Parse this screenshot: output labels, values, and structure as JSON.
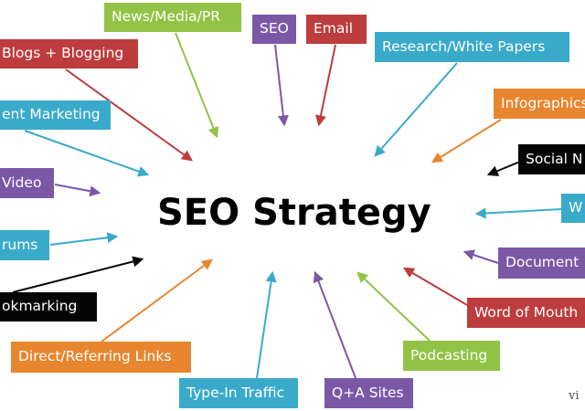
{
  "title": "SEO Strategy",
  "watermark": "vi",
  "colors": {
    "green": "#92c346",
    "purple": "#7b58a6",
    "red": "#bd3c3e",
    "cyan": "#3aaacb",
    "orange": "#e8862f",
    "black": "#050505",
    "blue": "#3a72b3"
  },
  "nodes": [
    {
      "id": "news-media-pr",
      "label": "News/Media/PR",
      "color": "green"
    },
    {
      "id": "seo",
      "label": "SEO",
      "color": "purple"
    },
    {
      "id": "email",
      "label": "Email",
      "color": "red"
    },
    {
      "id": "research-white-papers",
      "label": "Research/White Papers",
      "color": "cyan"
    },
    {
      "id": "blogs-blogging",
      "label": "Blogs + Blogging",
      "color": "red"
    },
    {
      "id": "infographics",
      "label": "Infographics",
      "color": "orange"
    },
    {
      "id": "content-marketing",
      "label": "ent Marketing",
      "color": "cyan"
    },
    {
      "id": "social-networks",
      "label": "Social N",
      "color": "black"
    },
    {
      "id": "video",
      "label": "Video",
      "color": "purple"
    },
    {
      "id": "wikis",
      "label": "W",
      "color": "cyan"
    },
    {
      "id": "forums",
      "label": "rums",
      "color": "cyan"
    },
    {
      "id": "documents",
      "label": "Document",
      "color": "purple"
    },
    {
      "id": "bookmarking",
      "label": "okmarking",
      "color": "black"
    },
    {
      "id": "word-of-mouth",
      "label": "Word of Mouth",
      "color": "red"
    },
    {
      "id": "direct-referring-links",
      "label": "Direct/Referring Links",
      "color": "orange"
    },
    {
      "id": "podcasting",
      "label": "Podcasting",
      "color": "green"
    },
    {
      "id": "type-in-traffic",
      "label": "Type-In Traffic",
      "color": "cyan"
    },
    {
      "id": "qa-sites",
      "label": "Q+A Sites",
      "color": "purple"
    }
  ]
}
